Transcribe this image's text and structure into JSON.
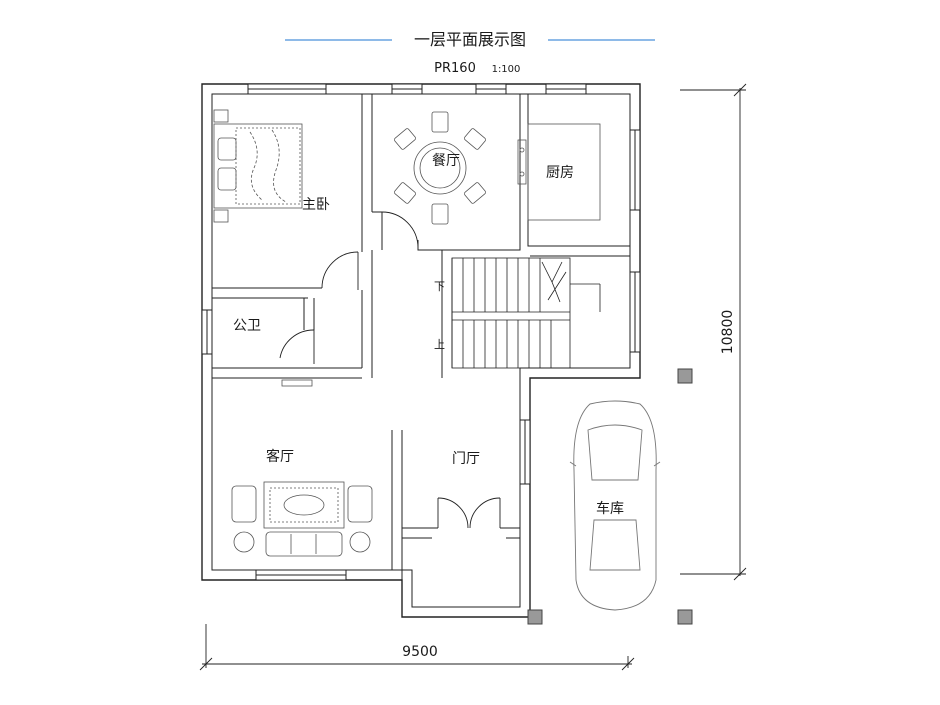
{
  "header": {
    "title": "一层平面展示图",
    "model": "PR160",
    "scale": "1:100",
    "rule_color": "#4a90d9"
  },
  "rooms": {
    "master_bedroom": "主卧",
    "dining": "餐厅",
    "kitchen": "厨房",
    "bathroom": "公卫",
    "living": "客厅",
    "foyer": "门厅",
    "garage": "车库"
  },
  "stairs": {
    "down": "下",
    "up": "上"
  },
  "dimensions": {
    "width": "9500",
    "height": "10800"
  }
}
